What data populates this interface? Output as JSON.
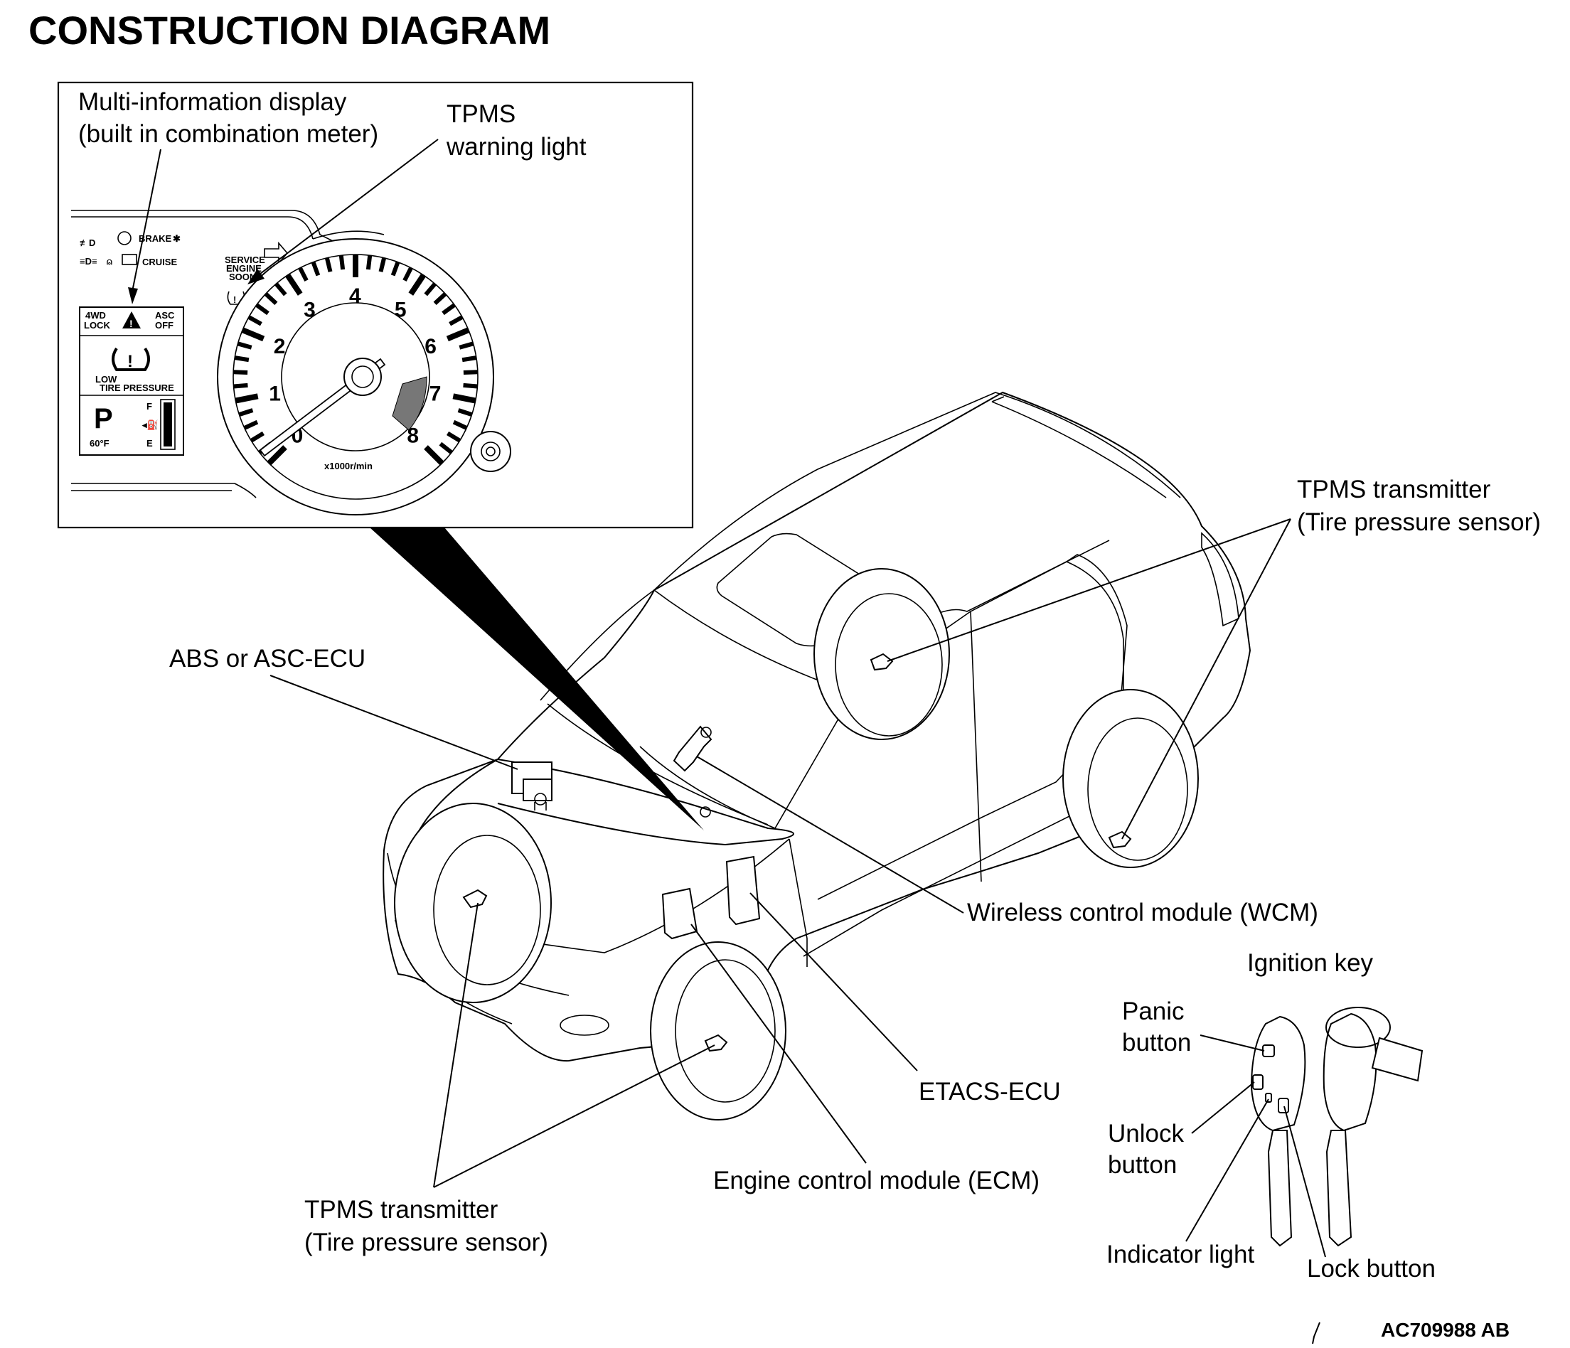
{
  "title": "CONSTRUCTION DIAGRAM",
  "figure_code": "AC709988 AB",
  "inset": {
    "multi_display_label": [
      "Multi-information display",
      "(built in combination meter)"
    ],
    "tpms_warning_label": [
      "TPMS",
      "warning light"
    ],
    "meter": {
      "indicators": [
        "BRAKE",
        "CRUISE"
      ],
      "service_engine_soon": [
        "SERVICE",
        "ENGINE",
        "SOON"
      ],
      "display_4wd_lock": [
        "4WD",
        "LOCK"
      ],
      "display_asc_off": [
        "ASC",
        "OFF"
      ],
      "low_tire_pressure": [
        "LOW",
        "TIRE PRESSURE"
      ],
      "gear": "P",
      "temperature": "60°F",
      "fuel_full": "F",
      "fuel_empty": "E",
      "tach_numbers": [
        "0",
        "1",
        "2",
        "3",
        "4",
        "5",
        "6",
        "7",
        "8"
      ],
      "tach_unit": "x1000r/min"
    }
  },
  "callouts": {
    "abs_asc_ecu": "ABS or ASC-ECU",
    "tpms_transmitter_right": [
      "TPMS transmitter",
      "(Tire pressure sensor)"
    ],
    "wcm": "Wireless control module (WCM)",
    "etacs_ecu": "ETACS-ECU",
    "ecm": "Engine control module (ECM)",
    "tpms_transmitter_left": [
      "TPMS transmitter",
      "(Tire pressure sensor)"
    ]
  },
  "ignition_key": {
    "title": "Ignition key",
    "panic_button": [
      "Panic",
      "button"
    ],
    "unlock_button": [
      "Unlock",
      "button"
    ],
    "indicator_light": "Indicator light",
    "lock_button": "Lock button"
  }
}
